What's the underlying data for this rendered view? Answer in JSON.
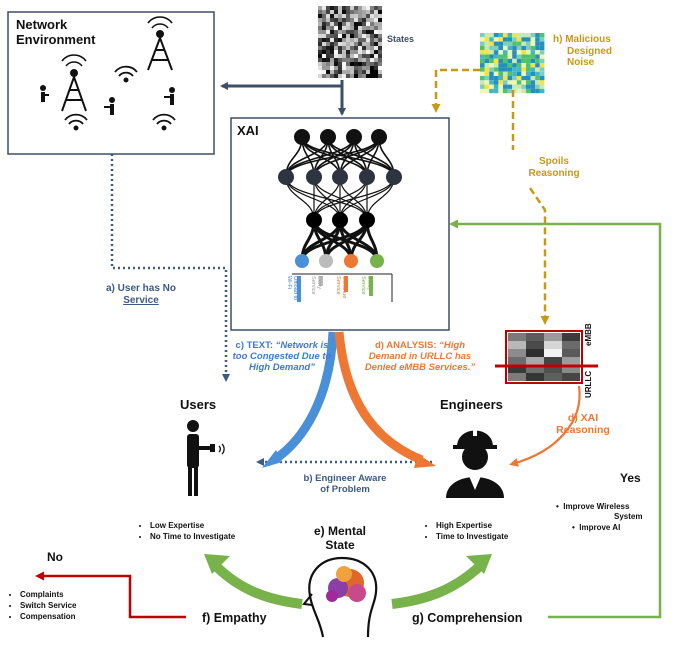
{
  "colors": {
    "blue": "#4a90d9",
    "orange": "#ee7733",
    "green": "#77b34a",
    "gold": "#c79a16",
    "red": "#c00000",
    "navy": "#3f4e67",
    "dotted_blue": "#3b5b86",
    "node_dark": "#2d3440",
    "ink": "#111111"
  },
  "network": {
    "title_line1": "Network",
    "title_line2": "Environment"
  },
  "states_label": "States",
  "noise": {
    "label_line1": "h) Malicious",
    "label_line2": "Designed",
    "label_line3": "Noise"
  },
  "spoils": {
    "line1": "Spoils",
    "line2": "Reasoning"
  },
  "xai": {
    "title": "XAI",
    "actions": [
      "Offload to Wi-Fi",
      "Deny Service",
      "Continue Service",
      "Delay Service"
    ]
  },
  "user_no_service": {
    "line1": "a) User has No",
    "line2": "Service"
  },
  "text_msg": {
    "prefix": "c) TEXT: ",
    "quote_line1": "“Network is",
    "quote_line2": "too Congested Due to",
    "quote_line3": "High Demand”"
  },
  "analysis_msg": {
    "prefix": "d) ANALYSIS: ",
    "quote_line1": "“High",
    "quote_line2": "Demand in URLLC has",
    "quote_line3": "Denied eMBB Services.”"
  },
  "slices": {
    "embb": "eMBB",
    "urllc": "URLLC"
  },
  "xai_reasoning": {
    "line1": "d) XAI",
    "line2": "Reasoning"
  },
  "users": {
    "title": "Users",
    "bullets": [
      "Low Expertise",
      "No Time to Investigate"
    ]
  },
  "engineers": {
    "title": "Engineers",
    "bullets": [
      "High Expertise",
      "Time to Investigate"
    ]
  },
  "aware": {
    "line1": "b) Engineer Aware",
    "line2": "of Problem"
  },
  "mental": {
    "line1": "e) Mental",
    "line2": "State"
  },
  "yes": {
    "label": "Yes",
    "item1_line1": "Improve Wireless",
    "item1_line2": "System",
    "item2": "Improve AI"
  },
  "no": {
    "label": "No",
    "bullets": [
      "Complaints",
      "Switch Service",
      "Compensation"
    ]
  },
  "empathy": "f) Empathy",
  "comprehension": "g) Comprehension"
}
